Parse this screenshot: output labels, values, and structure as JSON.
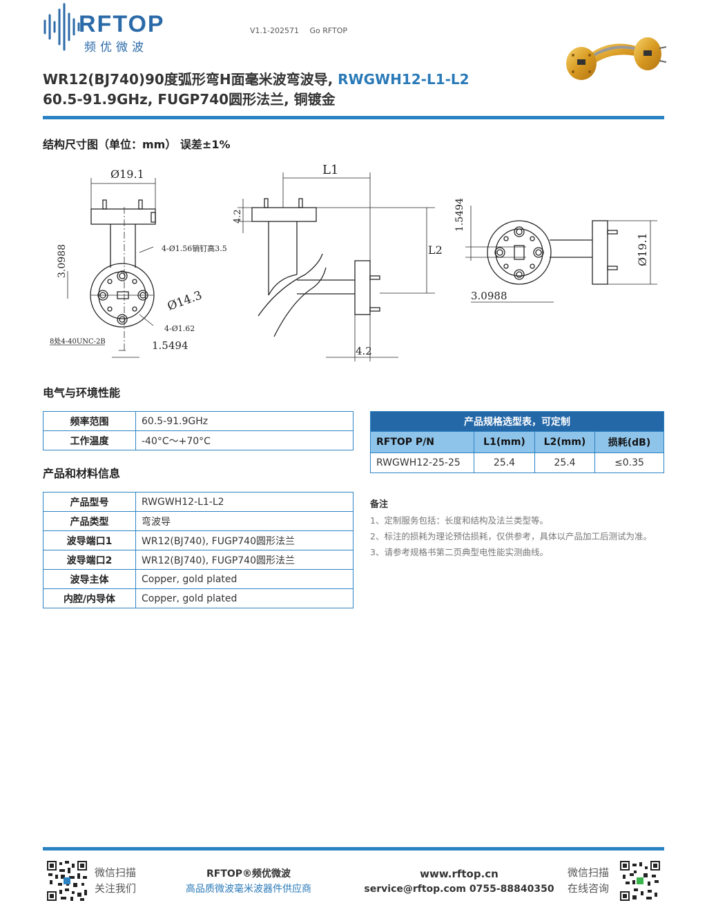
{
  "header": {
    "logo_text": "RFTOP",
    "logo_subtitle": "频优微波",
    "version": "V1.1-202571",
    "link": "Go RFTOP"
  },
  "title": {
    "line1_main": "WR12(BJ740)90度弧形弯H面毫米波弯波导, ",
    "line1_part": "RWGWH12-L1-L2",
    "line2": "60.5-91.9GHz, FUGP740圆形法兰, 铜镀金"
  },
  "drawing": {
    "heading": "结构尺寸图（单位：mm） 误差±1%",
    "labels": {
      "d191": "Ø19.1",
      "d30988": "3.0988",
      "pin": "4-Ø1.56销钉高3.5",
      "d143": "Ø14.3",
      "hole": "4-Ø1.62",
      "thread": "8处4-40UNC-2B",
      "d15494": "1.5494",
      "l1": "L1",
      "l2": "L2",
      "d42": "4.2"
    }
  },
  "electrical": {
    "heading": "电气与环境性能",
    "rows": [
      {
        "key": "频率范围",
        "value": "60.5-91.9GHz"
      },
      {
        "key": "工作温度",
        "value": "-40°C～+70°C"
      }
    ]
  },
  "material": {
    "heading": "产品和材料信息",
    "rows": [
      {
        "key": "产品型号",
        "value": "RWGWH12-L1-L2"
      },
      {
        "key": "产品类型",
        "value": "弯波导"
      },
      {
        "key": "波导端口1",
        "value": "WR12(BJ740), FUGP740圆形法兰"
      },
      {
        "key": "波导端口2",
        "value": "WR12(BJ740), FUGP740圆形法兰"
      },
      {
        "key": "波导主体",
        "value": "Copper, gold plated"
      },
      {
        "key": "内腔/内导体",
        "value": "Copper, gold plated"
      }
    ]
  },
  "selection": {
    "caption": "产品规格选型表，可定制",
    "headers": [
      "RFTOP P/N",
      "L1(mm)",
      "L2(mm)",
      "损耗(dB)"
    ],
    "rows": [
      [
        "RWGWH12-25-25",
        "25.4",
        "25.4",
        "≤0.35"
      ]
    ]
  },
  "notes": {
    "heading": "备注",
    "items": [
      "1、定制服务包括：长度和结构及法兰类型等。",
      "2、标注的损耗为理论预估损耗，仅供参考，具体以产品加工后测试为准。",
      "3、请参考规格书第二页典型电性能实测曲线。"
    ]
  },
  "footer": {
    "left_line1": "微信扫描",
    "left_line2": "关注我们",
    "brand": "RFTOP®频优微波",
    "slogan": "高品质微波毫米波器件供应商",
    "website": "www.rftop.cn",
    "contact": "service@rftop.com  0755-88840350",
    "right_line1": "微信扫描",
    "right_line2": "在线咨询"
  },
  "colors": {
    "accent": "#2b82c2",
    "header_dark": "#2468a8",
    "header_light": "#8fc4ea"
  }
}
